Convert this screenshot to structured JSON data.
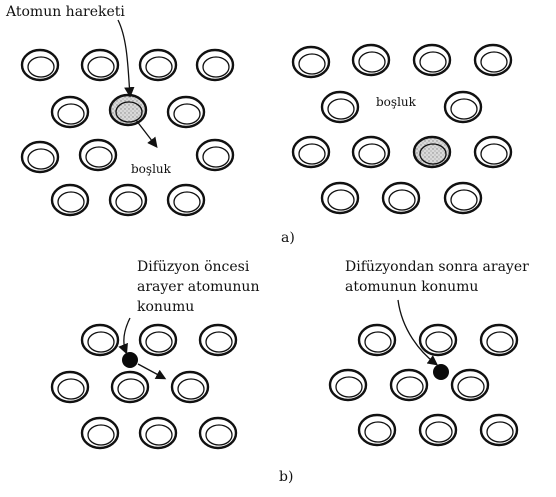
{
  "panel_a": {
    "caption": "a)",
    "movement_label": "Atomun hareketi",
    "before_vacancy_label": "boşluk",
    "after_vacancy_label": "boşluk"
  },
  "panel_b": {
    "caption": "b)",
    "before_label_lines": [
      "Difüzyon öncesi",
      "arayer atomunun",
      "konumu"
    ],
    "after_label_lines": [
      "Difüzyondan sonra arayer",
      "atomunun konumu"
    ]
  },
  "colors": {
    "ink": "#111111",
    "atom_fill": "#ffffff",
    "moving_atom_fill": "#c8c8c8",
    "interstitial_fill": "#0a0a0a"
  }
}
